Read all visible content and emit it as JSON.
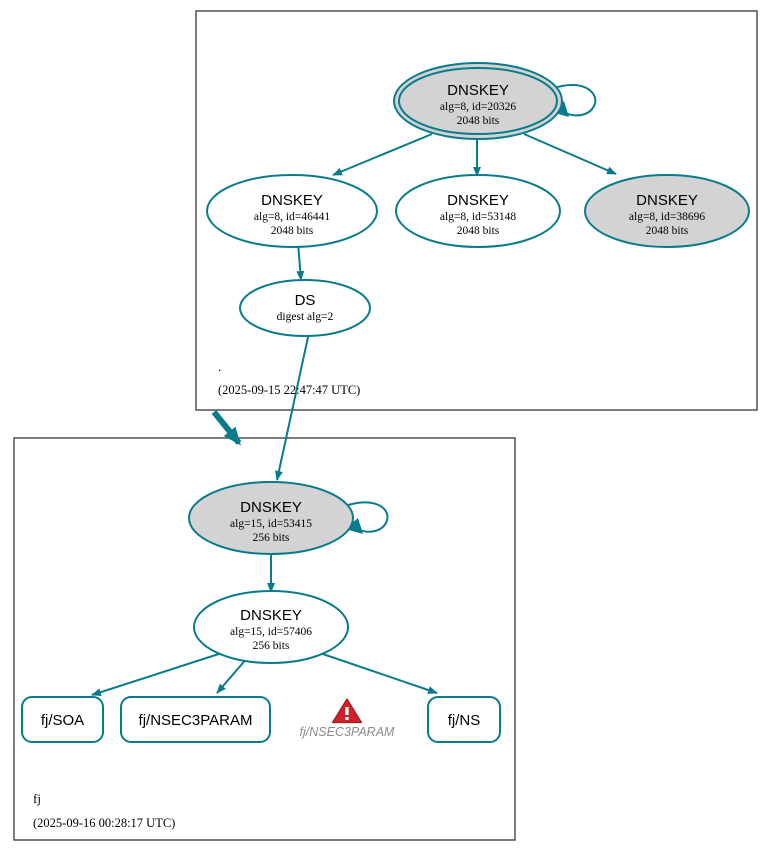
{
  "diagram": {
    "type": "dnssec-authentication-chain",
    "background": "#ffffff",
    "accent_color": "#0a7b8c",
    "secure_key_fill": "#d3d3d3",
    "cluster_border_color": "#444444",
    "warning_color": "#cc2229"
  },
  "zones": {
    "root": {
      "name": ".",
      "timestamp": "(2025-09-15 22:47:47 UTC)"
    },
    "fj": {
      "name": "fj",
      "timestamp": "(2025-09-16 00:28:17 UTC)"
    }
  },
  "nodes": {
    "root_ksk": {
      "title": "DNSKEY",
      "line2": "alg=8, id=20326",
      "line3": "2048 bits"
    },
    "root_zsk_46441": {
      "title": "DNSKEY",
      "line2": "alg=8, id=46441",
      "line3": "2048 bits"
    },
    "root_zsk_53148": {
      "title": "DNSKEY",
      "line2": "alg=8, id=53148",
      "line3": "2048 bits"
    },
    "root_zsk_38696": {
      "title": "DNSKEY",
      "line2": "alg=8, id=38696",
      "line3": "2048 bits"
    },
    "root_ds": {
      "title": "DS",
      "line2": "digest alg=2"
    },
    "fj_ksk": {
      "title": "DNSKEY",
      "line2": "alg=15, id=53415",
      "line3": "256 bits"
    },
    "fj_zsk": {
      "title": "DNSKEY",
      "line2": "alg=15, id=57406",
      "line3": "256 bits"
    },
    "fj_soa": {
      "label": "fj/SOA"
    },
    "fj_nsec3param": {
      "label": "fj/NSEC3PARAM"
    },
    "fj_ns": {
      "label": "fj/NS"
    },
    "fj_nsec3param_warning": {
      "label": "fj/NSEC3PARAM",
      "icon": "warning-triangle-icon"
    }
  }
}
